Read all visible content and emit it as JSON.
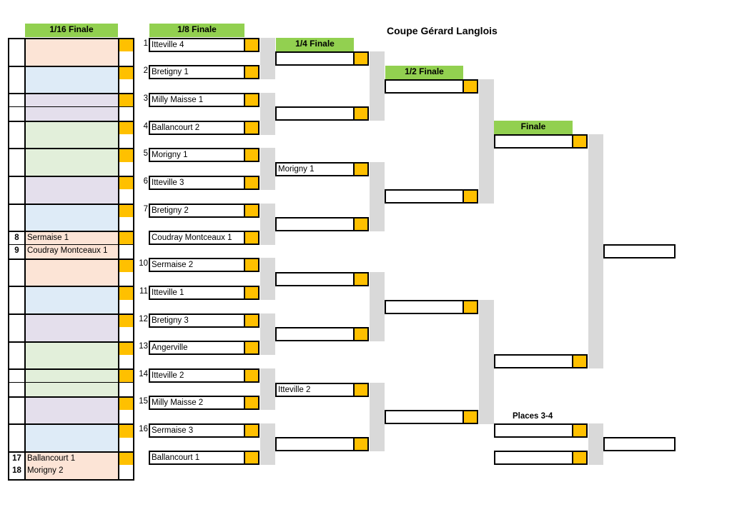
{
  "title": "Coupe Gérard Langlois",
  "headers": {
    "r32": "1/16 Finale",
    "r16": "1/8 Finale",
    "qf": "1/4 Finale",
    "sf": "1/2 Finale",
    "final": "Finale",
    "places": "Places 3-4"
  },
  "colors": {
    "header_green": "#92d050",
    "score_gold": "#ffc000",
    "connector_grey": "#d9d9d9",
    "peach": "#fce4d6",
    "blue": "#deebf7",
    "lavender": "#e4dfec",
    "green": "#e2efda"
  },
  "r32_rows": [
    {
      "num": "",
      "team": "",
      "color": "#fce4d6"
    },
    {
      "num": "",
      "team": "",
      "color": "#fce4d6"
    },
    {
      "num": "",
      "team": "",
      "color": "#deebf7"
    },
    {
      "num": "",
      "team": "",
      "color": "#deebf7"
    },
    {
      "num": "",
      "team": "",
      "color": "#e4dfec"
    },
    {
      "num": "",
      "team": "",
      "color": "#e4dfec"
    },
    {
      "num": "",
      "team": "",
      "color": "#e2efda"
    },
    {
      "num": "",
      "team": "",
      "color": "#e2efda"
    },
    {
      "num": "",
      "team": "",
      "color": "#e2efda"
    },
    {
      "num": "",
      "team": "",
      "color": "#e2efda"
    },
    {
      "num": "",
      "team": "",
      "color": "#e4dfec"
    },
    {
      "num": "",
      "team": "",
      "color": "#e4dfec"
    },
    {
      "num": "",
      "team": "",
      "color": "#deebf7"
    },
    {
      "num": "",
      "team": "",
      "color": "#deebf7"
    },
    {
      "num": "8",
      "team": "Sermaise 1",
      "color": "#fce4d6"
    },
    {
      "num": "9",
      "team": "Coudray Montceaux 1",
      "color": "#fce4d6"
    },
    {
      "num": "",
      "team": "",
      "color": "#fce4d6"
    },
    {
      "num": "",
      "team": "",
      "color": "#fce4d6"
    },
    {
      "num": "",
      "team": "",
      "color": "#deebf7"
    },
    {
      "num": "",
      "team": "",
      "color": "#deebf7"
    },
    {
      "num": "",
      "team": "",
      "color": "#e4dfec"
    },
    {
      "num": "",
      "team": "",
      "color": "#e4dfec"
    },
    {
      "num": "",
      "team": "",
      "color": "#e2efda"
    },
    {
      "num": "",
      "team": "",
      "color": "#e2efda"
    },
    {
      "num": "",
      "team": "",
      "color": "#e2efda"
    },
    {
      "num": "",
      "team": "",
      "color": "#e2efda"
    },
    {
      "num": "",
      "team": "",
      "color": "#e4dfec"
    },
    {
      "num": "",
      "team": "",
      "color": "#e4dfec"
    },
    {
      "num": "",
      "team": "",
      "color": "#deebf7"
    },
    {
      "num": "",
      "team": "",
      "color": "#deebf7"
    },
    {
      "num": "17",
      "team": "Ballancourt 1",
      "color": "#fce4d6"
    },
    {
      "num": "18",
      "team": "Morigny 2",
      "color": "#fce4d6"
    }
  ],
  "r16": [
    {
      "seed": "1",
      "team": "Itteville  4"
    },
    {
      "seed": "2",
      "team": "Bretigny 1"
    },
    {
      "seed": "3",
      "team": "Milly Maisse 1"
    },
    {
      "seed": "4",
      "team": "Ballancourt 2"
    },
    {
      "seed": "5",
      "team": "Morigny 1"
    },
    {
      "seed": "6",
      "team": "Itteville  3"
    },
    {
      "seed": "7",
      "team": "Bretigny 2"
    },
    {
      "seed": "",
      "team": "Coudray Montceaux 1"
    },
    {
      "seed": "10",
      "team": "Sermaise 2"
    },
    {
      "seed": "11",
      "team": "Itteville  1"
    },
    {
      "seed": "12",
      "team": "Bretigny 3"
    },
    {
      "seed": "13",
      "team": "Angerville"
    },
    {
      "seed": "14",
      "team": "Itteville  2"
    },
    {
      "seed": "15",
      "team": "Milly Maisse 2"
    },
    {
      "seed": "16",
      "team": "Sermaise 3"
    },
    {
      "seed": "",
      "team": "Ballancourt 1"
    }
  ],
  "qf": [
    {
      "team": ""
    },
    {
      "team": ""
    },
    {
      "team": "Morigny 1"
    },
    {
      "team": ""
    },
    {
      "team": ""
    },
    {
      "team": ""
    },
    {
      "team": "Itteville 2"
    },
    {
      "team": ""
    }
  ],
  "sf": [
    {
      "team": ""
    },
    {
      "team": ""
    },
    {
      "team": ""
    },
    {
      "team": ""
    }
  ],
  "final": [
    {
      "team": ""
    },
    {
      "team": ""
    }
  ],
  "winner": {
    "team": ""
  },
  "places34": [
    {
      "team": ""
    },
    {
      "team": ""
    }
  ],
  "places34_winner": {
    "team": ""
  }
}
